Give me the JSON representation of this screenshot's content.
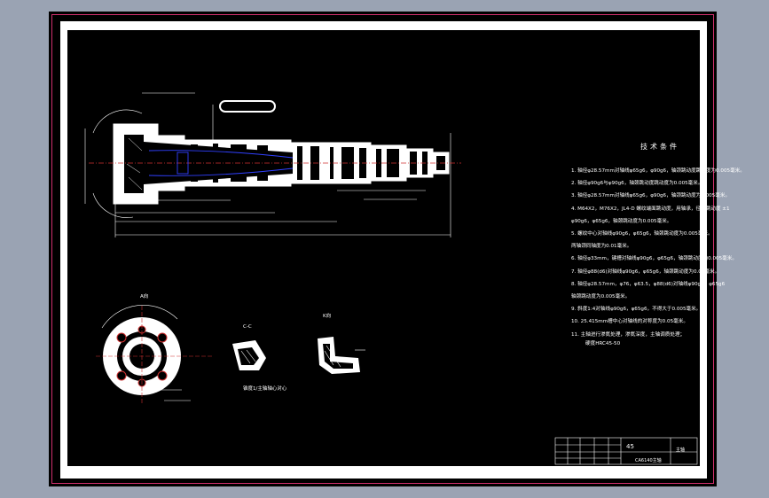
{
  "technical_requirements": {
    "title": "技术条件",
    "items": [
      "1. 轴径φ28.57mm对轴线φ65g6，φ90g6，轴颈跳动度跳动度为0.005毫米。",
      "2. 轴径φ90g6与φ90g6，轴颈跳动度跳动度为0.005毫米。",
      "3. 轴径φ28.57mm对轴线φ65g6，φ90g6，轴颈跳动度为0.005毫米。",
      "4. M64X2，M76X2，JL4-D 螺纹端面跳动度，用轴承，径向跳动度 ±1",
      "   φ90g6，φ65g6，轴颈跳动度为0.005毫米。",
      "5. 螺纹中心对轴线φ90g6，φ65g6，轴颈跳动度为0.005毫米。",
      "   两轴颈同轴度为0.01毫米。",
      "6. 轴径φ33mm，键槽对轴线φ90g6，φ65g6，轴颈跳动度为0.005毫米。",
      "7. 轴径φ88(d6)对轴线φ90g6，φ65g6，轴颈跳动度为0.01毫米。",
      "8. 轴径φ28.57mm，φ76，φ63.5，φ88(d6)对轴线φ90g6，φ65g6",
      "   轴颈跳动度为0.005毫米。",
      "9. 斜度1:4对轴线φ90g6，φ65g6，不得大于0.005毫米。",
      "10. 25.415mm槽中心对轴线的对称度为0.05毫米。",
      "11. 主轴进行渗氮处理，渗氮深度，主轴调质处理；"
    ],
    "hardness": "硬度HRC45-50"
  },
  "views": {
    "view_a": "A向",
    "section_cc": "C-C",
    "view_k": "K向",
    "axis_note": "锥度1/主轴轴心对心"
  },
  "title_block": {
    "scale": "45",
    "name_short": "主轴",
    "code": "CA6140主轴"
  }
}
